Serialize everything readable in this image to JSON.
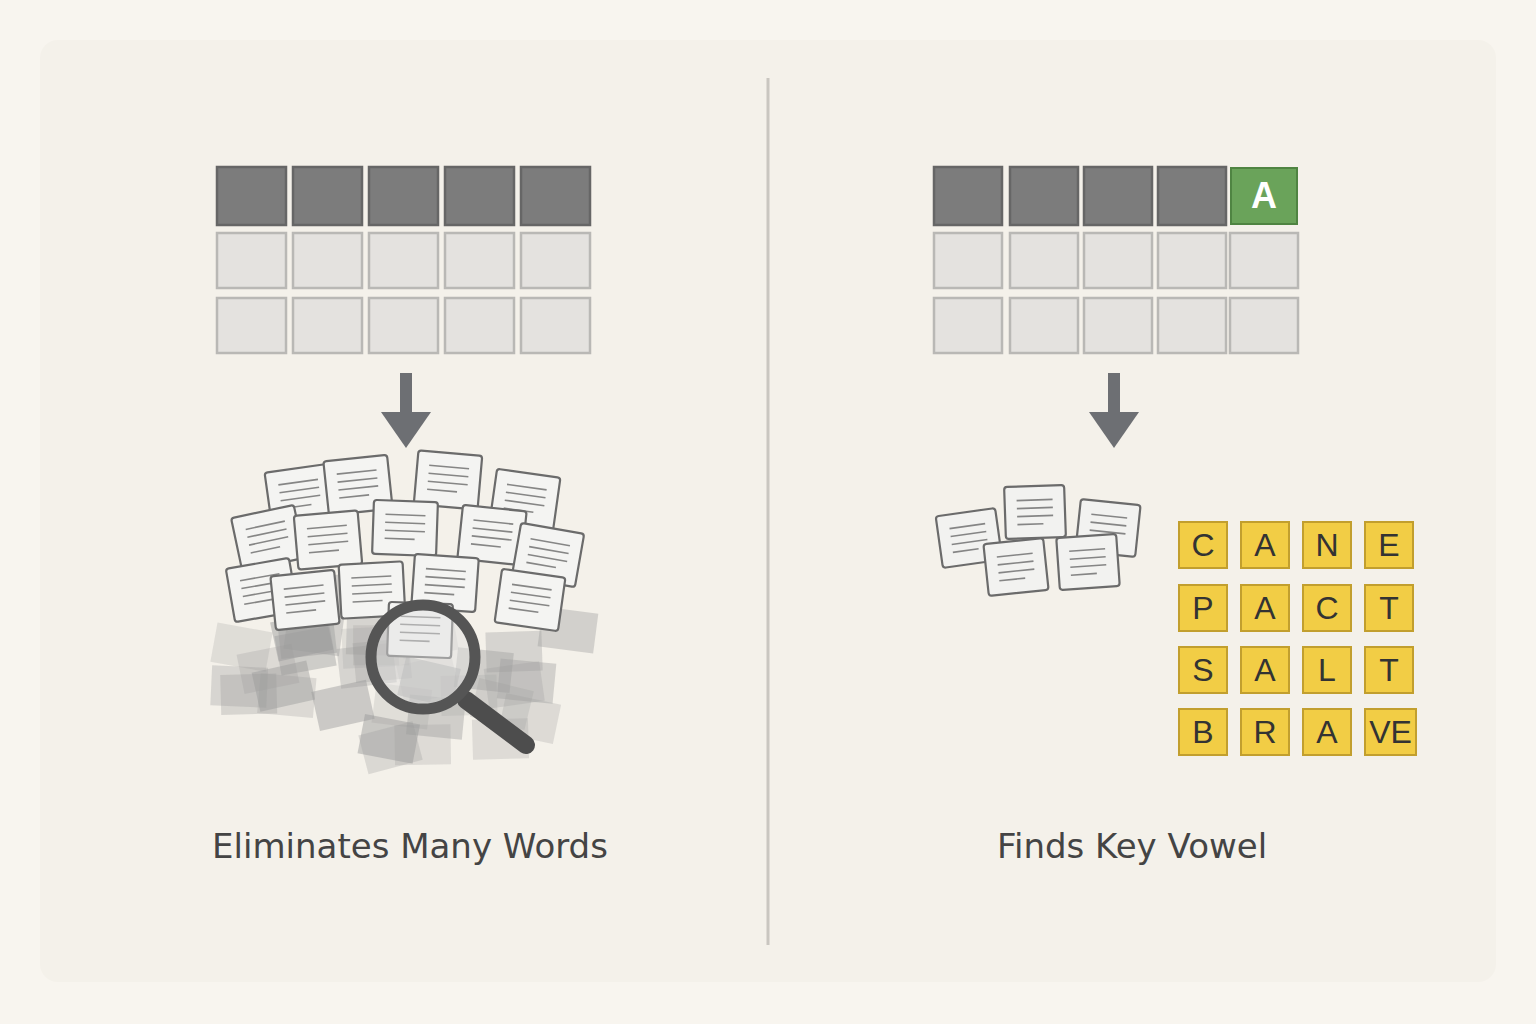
{
  "diagram": {
    "nodes": [
      {
        "text": [
          "A"
        ]
      },
      {
        "text": [
          "C"
        ]
      },
      {
        "text": [
          "A"
        ]
      },
      {
        "text": [
          "N"
        ]
      },
      {
        "text": [
          "E"
        ]
      },
      {
        "text": [
          "P"
        ]
      },
      {
        "text": [
          "A"
        ]
      },
      {
        "text": [
          "C"
        ]
      },
      {
        "text": [
          "T"
        ]
      },
      {
        "text": [
          "S"
        ]
      },
      {
        "text": [
          "A"
        ]
      },
      {
        "text": [
          "L"
        ]
      },
      {
        "text": [
          "T"
        ]
      },
      {
        "text": [
          "B"
        ]
      },
      {
        "text": [
          "R"
        ]
      },
      {
        "text": [
          "A"
        ]
      },
      {
        "text": [
          "VE"
        ]
      }
    ],
    "labels": [
      "Eliminates Many Words",
      "Finds Key Vowel"
    ]
  }
}
